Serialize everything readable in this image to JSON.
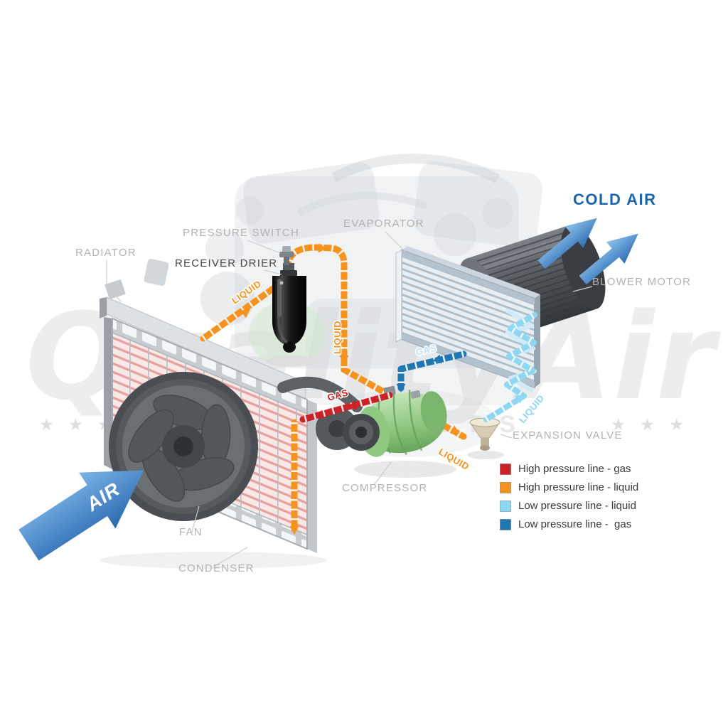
{
  "headings": {
    "cold_air": "COLD AIR",
    "air": "AIR"
  },
  "labels": {
    "radiator": "RADIATOR",
    "pressure_switch": "PRESSURE SWITCH",
    "receiver_drier": "RECEIVER DRIER",
    "evaporator": "EVAPORATOR",
    "blower_motor": "BLOWER MOTOR",
    "expansion_valve": "EXPANSION VALVE",
    "compressor": "COMPRESSOR",
    "fan": "FAN",
    "condenser": "CONDENSER"
  },
  "flow_labels": [
    {
      "text": "LIQUID",
      "color": "#f6921e"
    },
    {
      "text": "LIQUID",
      "color": "#f6921e"
    },
    {
      "text": "GAS",
      "color": "#cc2127"
    },
    {
      "text": "GAS",
      "color": "#b9e6f8"
    },
    {
      "text": "LIQUID",
      "color": "#8dd7f3"
    },
    {
      "text": "LIQUID",
      "color": "#f6921e"
    }
  ],
  "legend": {
    "items": [
      {
        "label": "High pressure line - gas",
        "color": "#cc2127"
      },
      {
        "label": "High pressure line - liquid",
        "color": "#f6921e"
      },
      {
        "label": "Low pressure line - liquid",
        "color": "#8dd7f3"
      },
      {
        "label": "Low pressure line -  gas",
        "color": "#2077b4"
      }
    ]
  },
  "watermark": {
    "text": "QualityAir",
    "subtext": "AUTO PARTS",
    "stars_left": "★ ★ ★",
    "stars_right": "★ ★ ★"
  }
}
